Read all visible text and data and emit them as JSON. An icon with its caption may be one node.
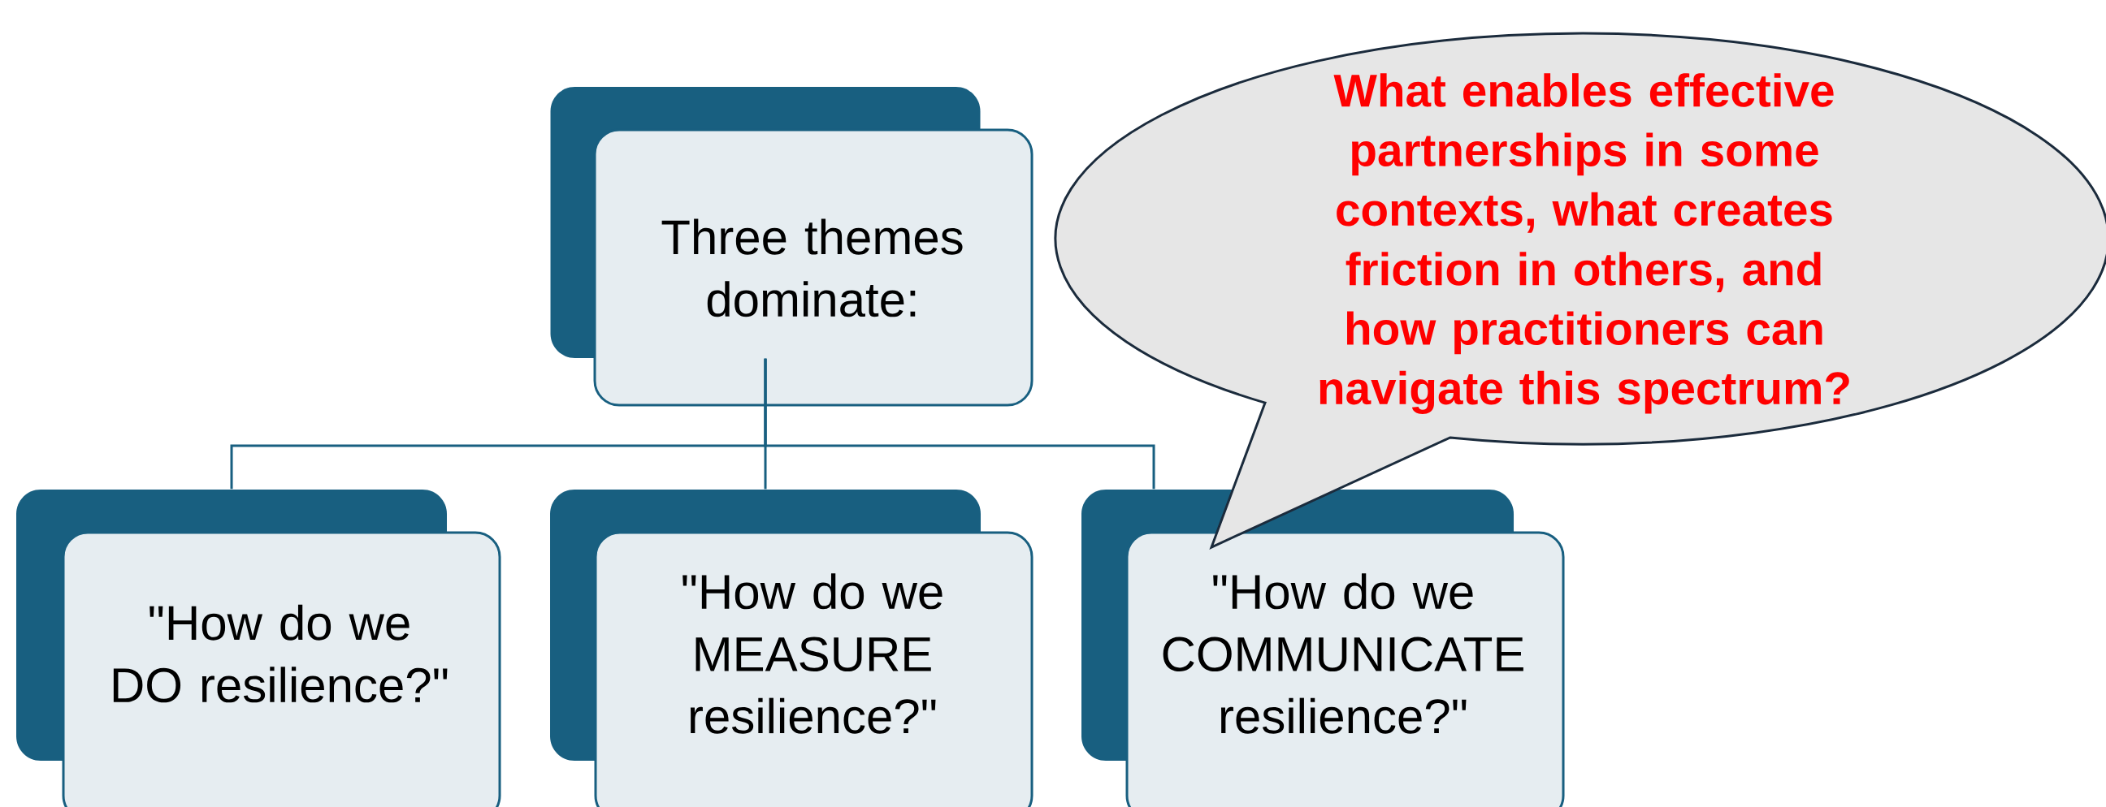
{
  "diagram": {
    "nodes": [
      {
        "text": [
          "Three themes dominate:"
        ]
      },
      {
        "text": [
          "\"How do we DO resilience?\""
        ]
      },
      {
        "text": [
          "\"How do we MEASURE resilience?\""
        ]
      },
      {
        "text": [
          "\"How do we COMMUNICATE resilience?\""
        ]
      },
      {
        "text": [
          "What enables effective partnerships in some contexts, what creates friction in others, and how practitioners can navigate this spectrum?"
        ]
      }
    ],
    "edges": [
      {
        "from": 0,
        "to": 1,
        "arrow": "none"
      },
      {
        "from": 0,
        "to": 2,
        "arrow": "none"
      },
      {
        "from": 0,
        "to": 3,
        "arrow": "none"
      }
    ]
  }
}
